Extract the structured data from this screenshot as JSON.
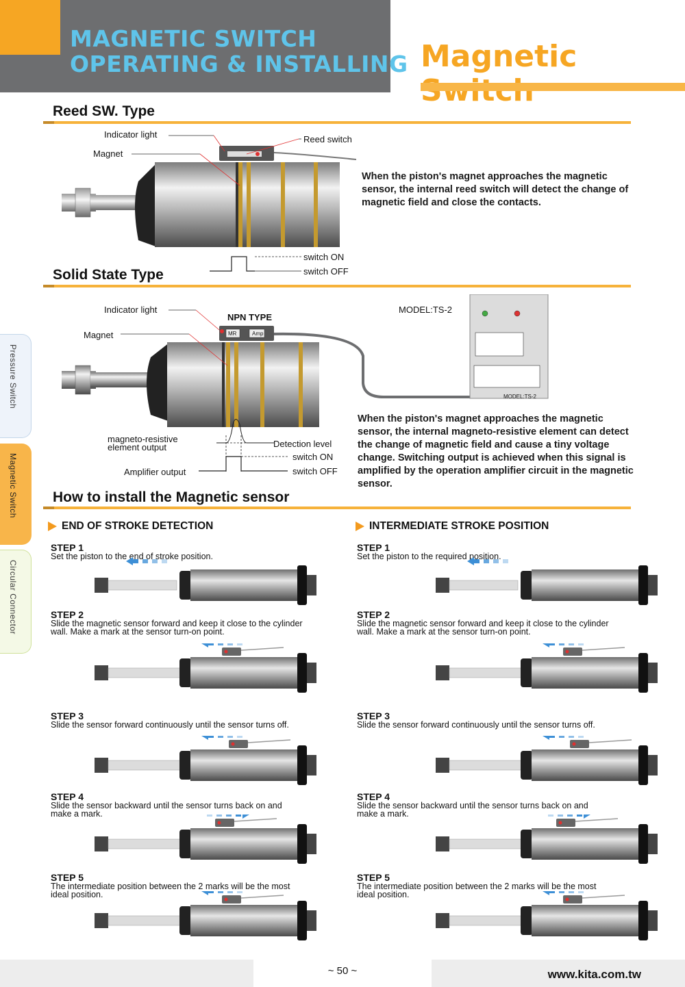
{
  "header": {
    "title_line1": "MAGNETIC SWITCH",
    "title_line2": "OPERATING & INSTALLING",
    "category": "Magnetic Switch"
  },
  "reed": {
    "title": "Reed SW. Type",
    "label_indicator": "Indicator light",
    "label_magnet": "Magnet",
    "label_reed": "Reed switch",
    "label_on": "switch ON",
    "label_off": "switch OFF",
    "description": "When the piston's magnet approaches the magnetic sensor, the internal reed switch will detect the change of magnetic field and close the contacts."
  },
  "solid": {
    "title": "Solid State Type",
    "label_indicator": "Indicator light",
    "label_magnet": "Magnet",
    "label_npn": "NPN TYPE",
    "label_mr": "MR",
    "label_amp": "Amp",
    "label_model": "MODEL:TS-2",
    "label_model_small": "MODEL:TS-2",
    "label_mr_output": "magneto-resistive element output",
    "label_amp_output": "Amplifier output",
    "label_detection": "Detection level",
    "label_on": "switch ON",
    "label_off": "switch OFF",
    "description": "When the piston's magnet approaches the magnetic sensor, the internal magneto-resistive element can detect the change of magnetic field and cause a tiny voltage change. Switching output is achieved when this signal is amplified by the operation amplifier circuit in the magnetic sensor."
  },
  "install": {
    "title": "How to install the Magnetic sensor",
    "left_heading": "END OF STROKE DETECTION",
    "right_heading": "INTERMEDIATE STROKE POSITION",
    "left_steps": [
      {
        "num": "STEP 1",
        "text": "Set the piston to the end of stroke position."
      },
      {
        "num": "STEP 2",
        "text": "Slide the magnetic sensor forward and keep it close to the cylinder wall. Make a mark at the sensor turn-on point."
      },
      {
        "num": "STEP 3",
        "text": "Slide the sensor forward continuously until the sensor turns off."
      },
      {
        "num": "STEP 4",
        "text": "Slide the sensor backward until the sensor turns back on and make a mark."
      },
      {
        "num": "STEP 5",
        "text": "The intermediate position between the 2 marks will be the most ideal position."
      }
    ],
    "right_steps": [
      {
        "num": "STEP 1",
        "text": "Set the piston to the required position."
      },
      {
        "num": "STEP 2",
        "text": "Slide the magnetic sensor forward and keep it close to the cylinder wall. Make a mark at the sensor turn-on point."
      },
      {
        "num": "STEP 3",
        "text": "Slide the sensor forward continuously until the sensor turns off."
      },
      {
        "num": "STEP 4",
        "text": "Slide the sensor backward until the sensor turns back on and make a mark."
      },
      {
        "num": "STEP 5",
        "text": "The intermediate position between the 2 marks will be the most ideal position."
      }
    ]
  },
  "side_tabs": [
    {
      "label": "Pressure Switch"
    },
    {
      "label": "Magnetic Switch"
    },
    {
      "label": "Circular Connector"
    }
  ],
  "footer": {
    "page": "~ 50 ~",
    "url": "www.kita.com.tw"
  },
  "colors": {
    "accent_orange": "#f6a623",
    "title_blue": "#5fc4ea",
    "header_gray": "#6d6e70",
    "arrow_blue": "#3d8fd6"
  }
}
